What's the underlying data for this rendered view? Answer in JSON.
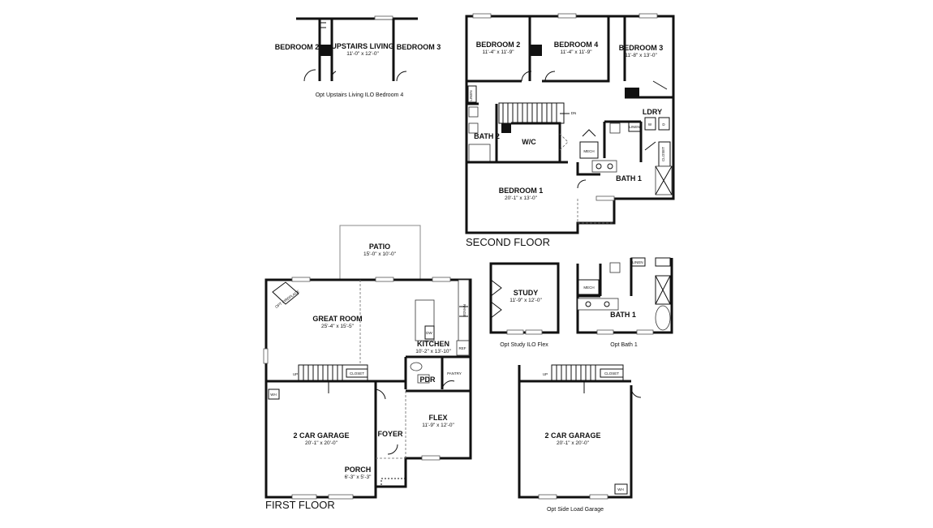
{
  "floors": {
    "first": "FIRST FLOOR",
    "second": "SECOND FLOOR"
  },
  "first_floor": {
    "patio": {
      "name": "PATIO",
      "dim": "15'-0\" x 10'-0\""
    },
    "great_room": {
      "name": "GREAT ROOM",
      "dim": "25'-4\" x 15'-5\""
    },
    "opt_fireplace": "OPT FIREPLACE",
    "kitchen": {
      "name": "KITCHEN",
      "dim": "10'-2\" x 13'-10\""
    },
    "range": "RANGE",
    "dw": "DW",
    "ref": "REF",
    "pdr": "PDR",
    "pantry": "PANTRY",
    "flex": {
      "name": "FLEX",
      "dim": "11'-9\" x 12'-0\""
    },
    "foyer": "FOYER",
    "porch": {
      "name": "PORCH",
      "dim": "6'-3\" x 5'-3\""
    },
    "garage": {
      "name": "2 CAR GARAGE",
      "dim": "20'-1\" x 20'-0\""
    },
    "wh": "WH",
    "up": "UP",
    "closet": "CLOSET"
  },
  "second_floor": {
    "bedroom2": {
      "name": "BEDROOM 2",
      "dim": "11'-4\" x 11'-9\""
    },
    "bedroom4": {
      "name": "BEDROOM 4",
      "dim": "11'-4\" x 11'-9\""
    },
    "bedroom3": {
      "name": "BEDROOM 3",
      "dim": "11'-8\" x 13'-0\""
    },
    "linen": "LINEN",
    "dn": "DN",
    "bath2": "BATH 2",
    "wic": "W/C",
    "mech": "MECH",
    "ldry": "LDRY",
    "linen2": "LINEN",
    "w": "W",
    "d": "D",
    "closet": "CLOSET",
    "bath1": "BATH 1",
    "bedroom1": {
      "name": "BEDROOM 1",
      "dim": "20'-1\" x 13'-0\""
    }
  },
  "options": {
    "upstairs": {
      "bedroom2": "BEDROOM 2",
      "living": {
        "name": "UPSTAIRS LIVING",
        "dim": "11'-0\" x 12'-0\""
      },
      "bedroom3": "BEDROOM 3",
      "caption": "Opt Upstairs Living ILO Bedroom 4"
    },
    "study": {
      "name": "STUDY",
      "dim": "11'-9\" x 12'-0\"",
      "caption": "Opt Study ILO Flex"
    },
    "bath1": {
      "name": "BATH 1",
      "linen": "LINEN",
      "mech": "MECH",
      "caption": "Opt Bath 1"
    },
    "side_garage": {
      "name": "2 CAR GARAGE",
      "dim": "20'-1\" x 20'-0\"",
      "wh": "WH",
      "up": "UP",
      "closet": "CLOSET",
      "caption": "Opt Side Load Garage"
    }
  }
}
